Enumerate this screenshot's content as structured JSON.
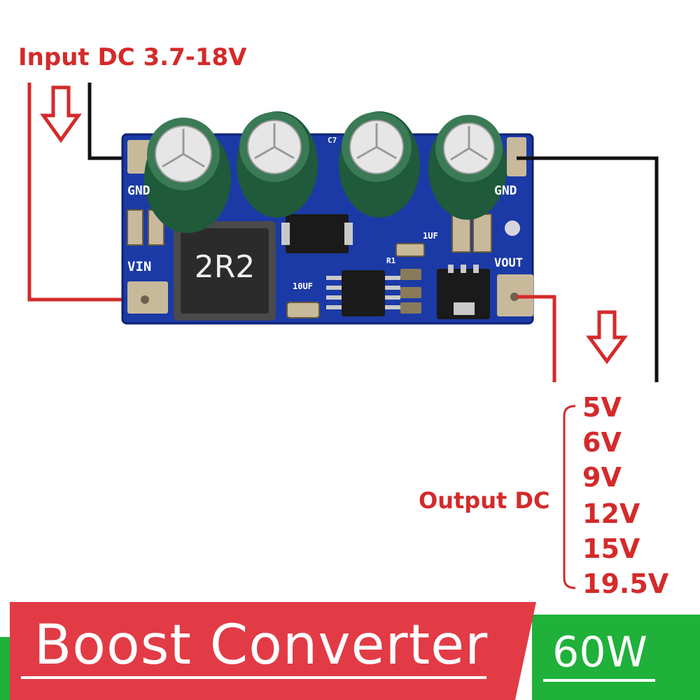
{
  "input_label": "Input DC 3.7-18V",
  "output_label": "Output DC",
  "output_voltages": [
    "5V",
    "6V",
    "9V",
    "12V",
    "15V",
    "19.5V"
  ],
  "board": {
    "gnd_left": "GND",
    "gnd_right": "GND",
    "vin": "VIN",
    "vout": "VOUT",
    "inductor": "2R2",
    "cap_10uf": "10UF",
    "cap_1uf": "1UF",
    "r1": "R1",
    "c7": "C7"
  },
  "banner": {
    "title": "Boost Converter",
    "power": "60W"
  },
  "colors": {
    "pcb": "#1b3aa6",
    "wire_red": "#d42a2a",
    "wire_black": "#111111",
    "banner_red": "#e23b45",
    "banner_green": "#1fb13a",
    "capacitor_green": "#1f5a3a"
  }
}
